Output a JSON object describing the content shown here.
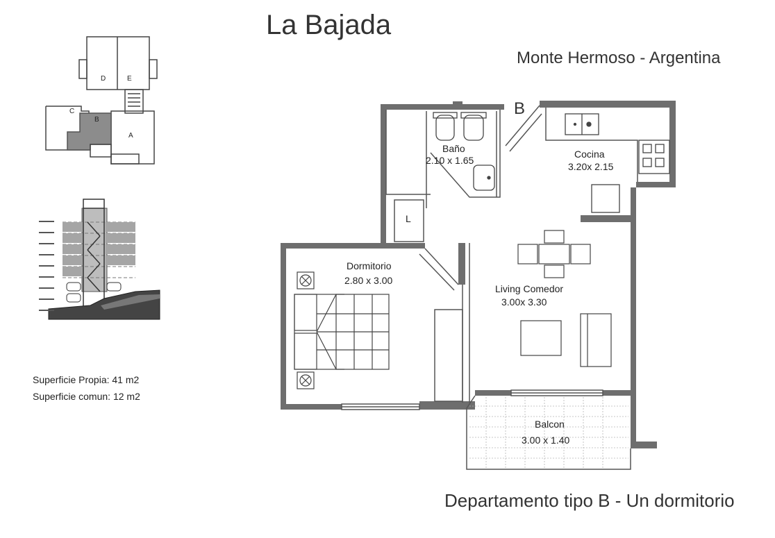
{
  "title": "La Bajada",
  "location": "Monte Hermoso - Argentina",
  "footer": "Departamento tipo B - Un dormitorio",
  "surfaces": {
    "own": "Superficie Propia: 41 m2",
    "common": "Superficie comun: 12 m2"
  },
  "unit_marker": "B",
  "key_plan_labels": {
    "d": "D",
    "e": "E",
    "c": "C",
    "b": "B",
    "a": "A"
  },
  "rooms": {
    "bath": {
      "name": "Baño",
      "size": "2.10 x 1.65"
    },
    "kitchen": {
      "name": "Cocina",
      "size": "3.20x 2.15"
    },
    "laundry": {
      "name": "L"
    },
    "bedroom": {
      "name": "Dormitorio",
      "size": "2.80 x 3.00"
    },
    "living": {
      "name": "Living Comedor",
      "size": "3.00x 3.30"
    },
    "balcony": {
      "name": "Balcon",
      "size": "3.00 x 1.40"
    }
  },
  "colors": {
    "wall": "#6e6e6e",
    "line": "#444444",
    "hatch": "#9a9a9a"
  }
}
